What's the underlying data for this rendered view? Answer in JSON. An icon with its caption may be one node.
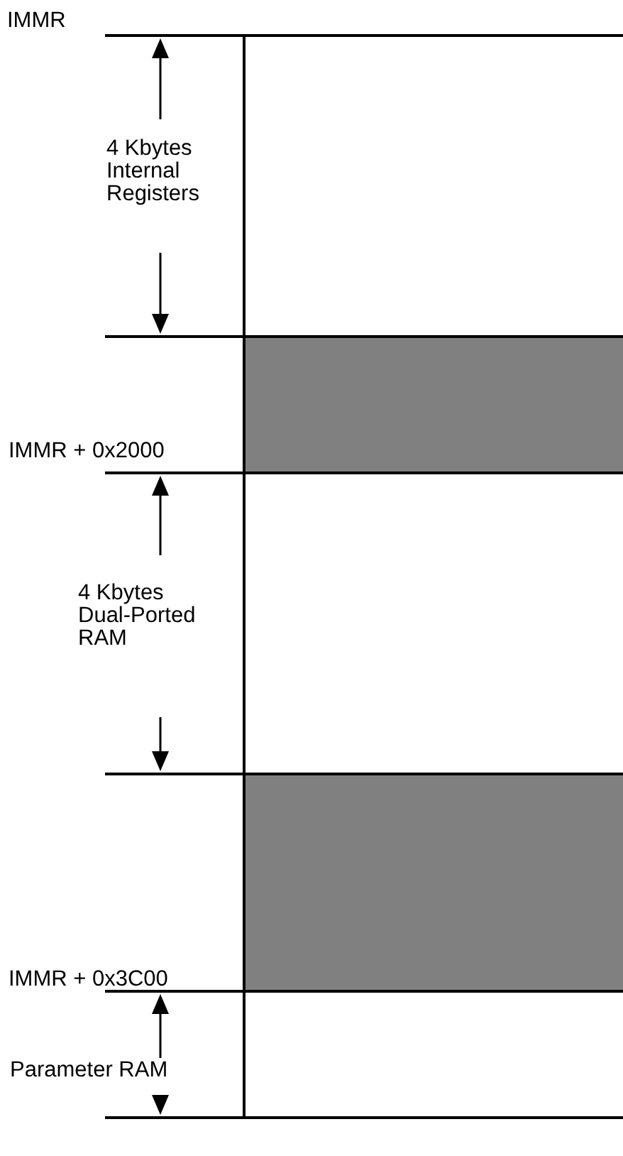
{
  "diagram": {
    "nodes": [
      {
        "text": [],
        "shape": "box",
        "beside": [
          "4 Kbytes Internal Registers"
        ]
      },
      {
        "text": [],
        "shape": "box"
      },
      {
        "text": [],
        "shape": "box",
        "beside": [
          "4 Kbytes Dual-Ported RAM"
        ]
      },
      {
        "text": [],
        "shape": "box"
      },
      {
        "text": [],
        "shape": "box",
        "beside": [
          "Parameter RAM"
        ]
      }
    ],
    "labels": [
      "IMMR",
      "IMMR + 0x2000",
      "IMMR + 0x3C00"
    ]
  }
}
